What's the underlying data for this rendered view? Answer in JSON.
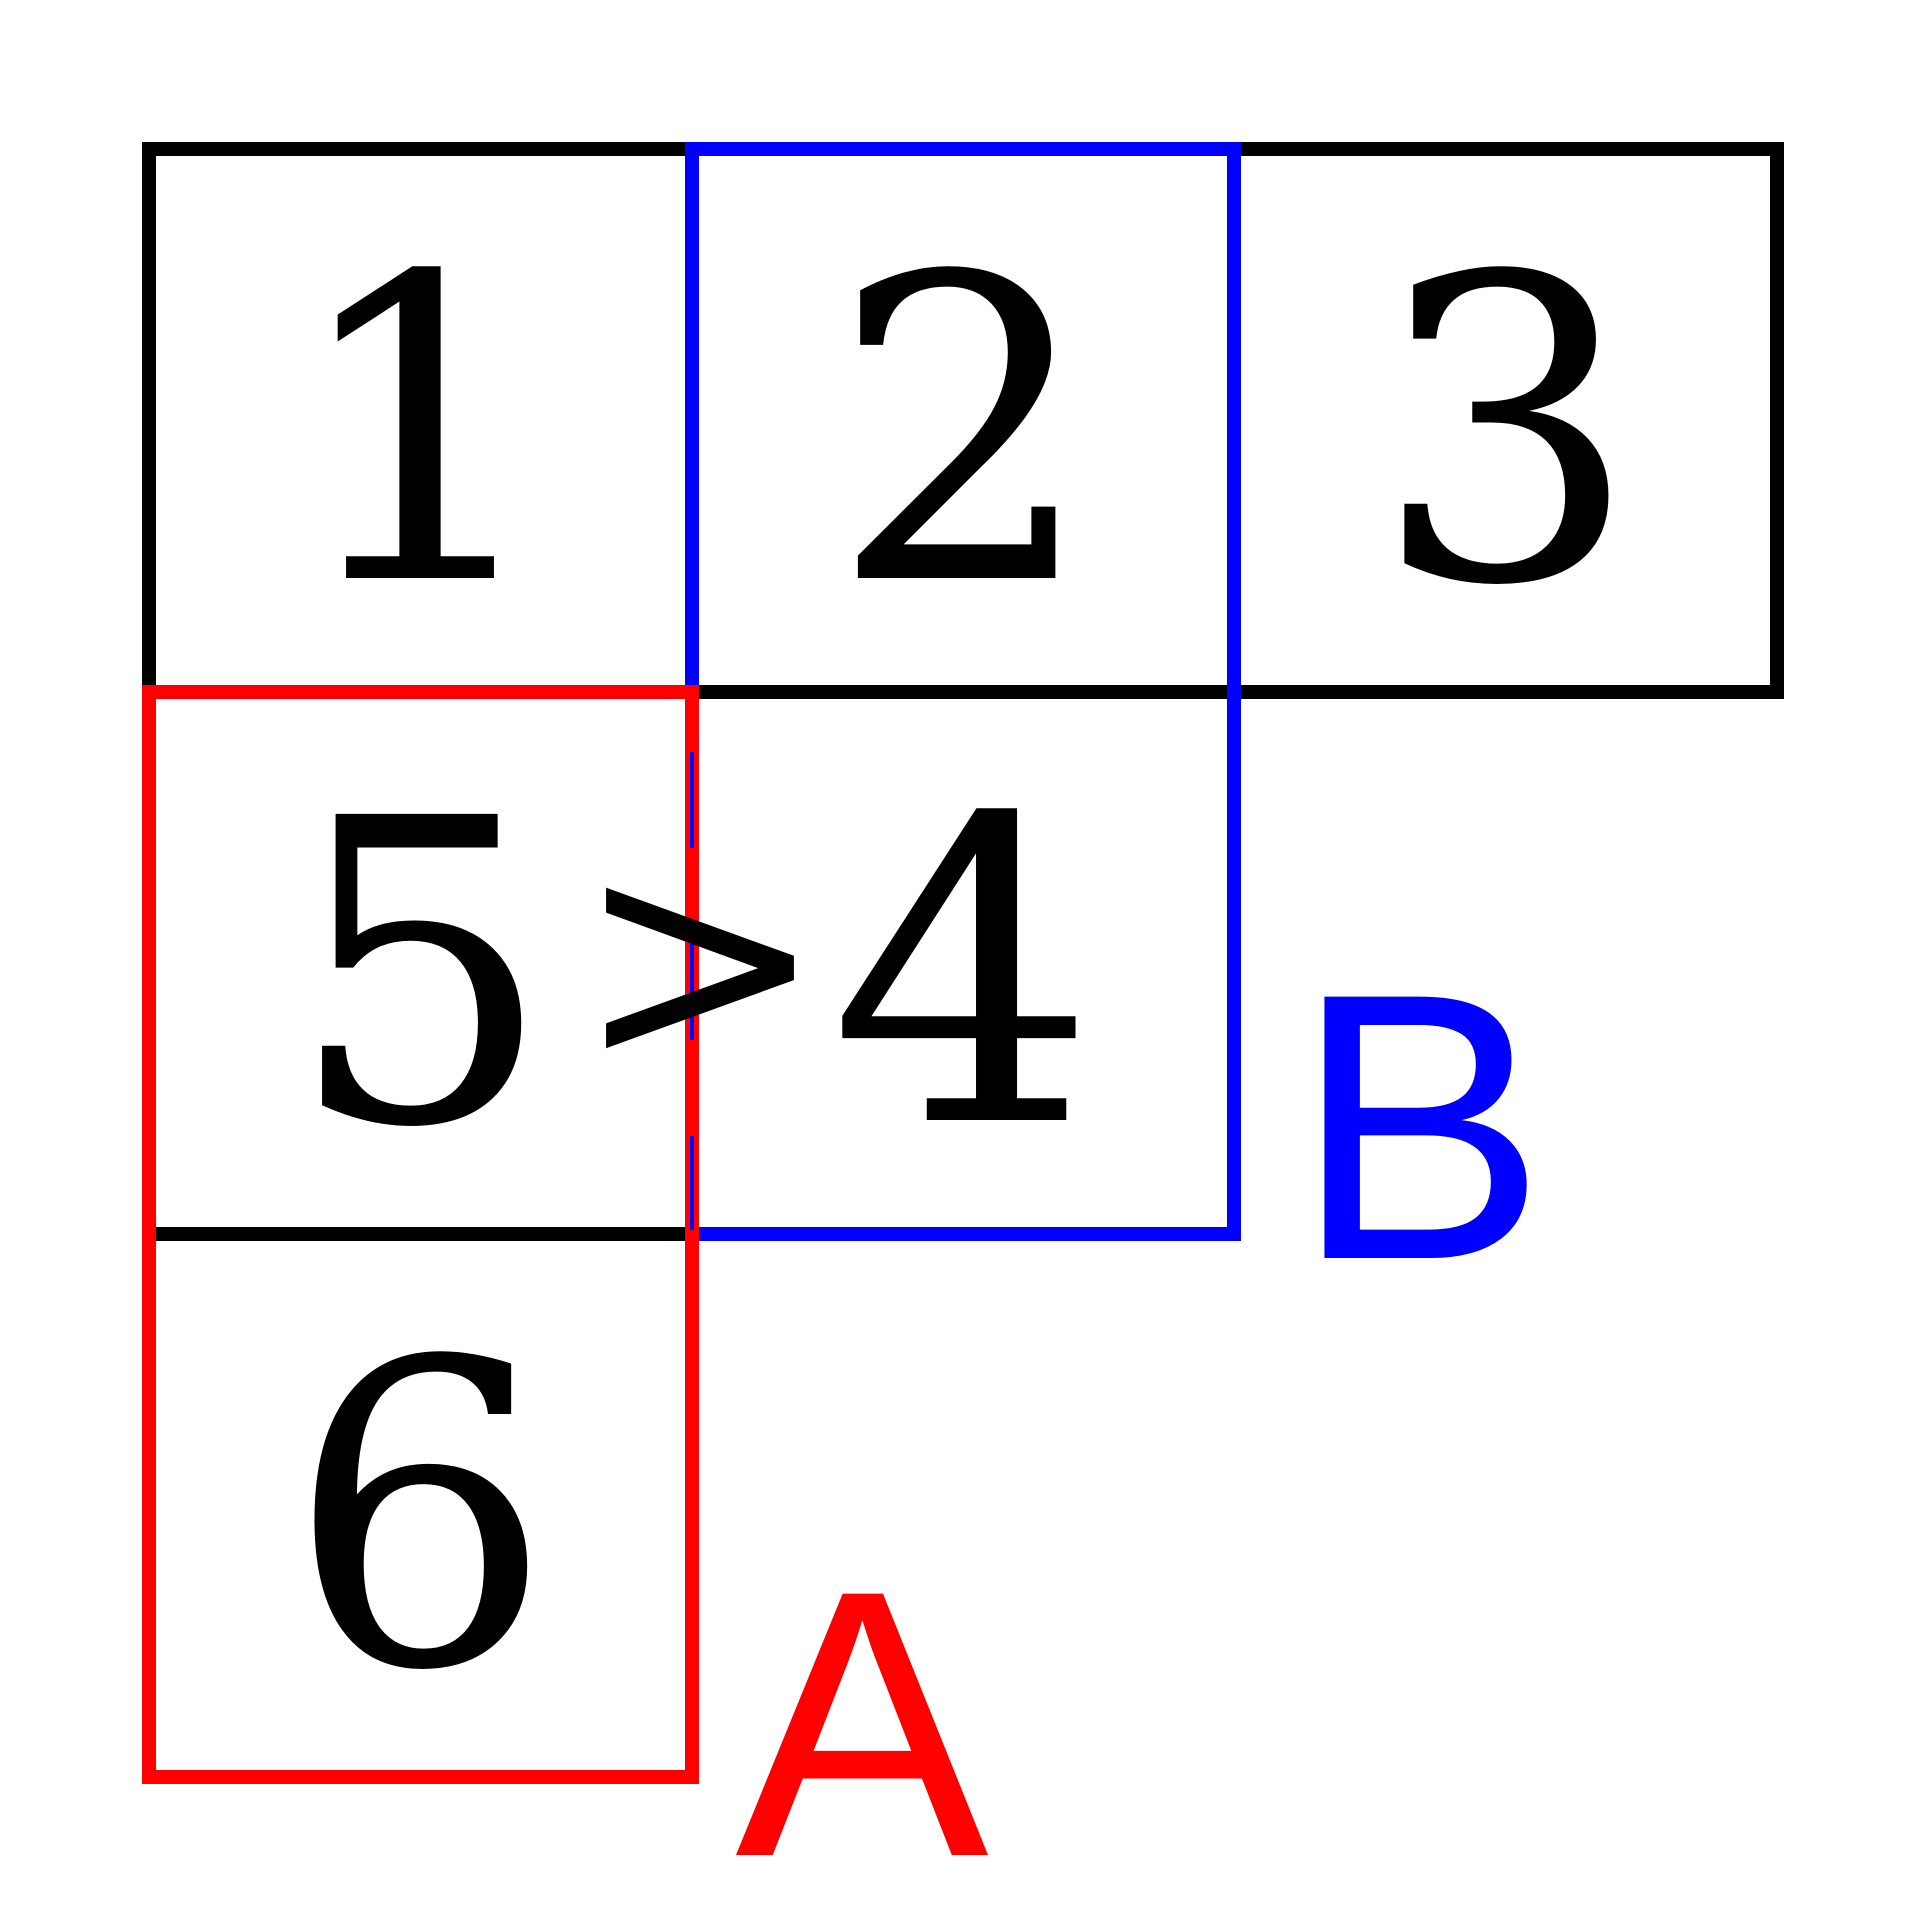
{
  "diagram": {
    "cells": [
      {
        "id": "c1",
        "label": "1"
      },
      {
        "id": "c2",
        "label": "2"
      },
      {
        "id": "c3",
        "label": "3"
      },
      {
        "id": "c5",
        "label": "5"
      },
      {
        "id": "c4",
        "label": "4"
      },
      {
        "id": "c6",
        "label": "6"
      }
    ],
    "relation_symbol": ">",
    "regions": [
      {
        "id": "A",
        "label": "A",
        "color": "#ff0000"
      },
      {
        "id": "B",
        "label": "B",
        "color": "#0000ff"
      }
    ],
    "grid_color": "#000000"
  }
}
